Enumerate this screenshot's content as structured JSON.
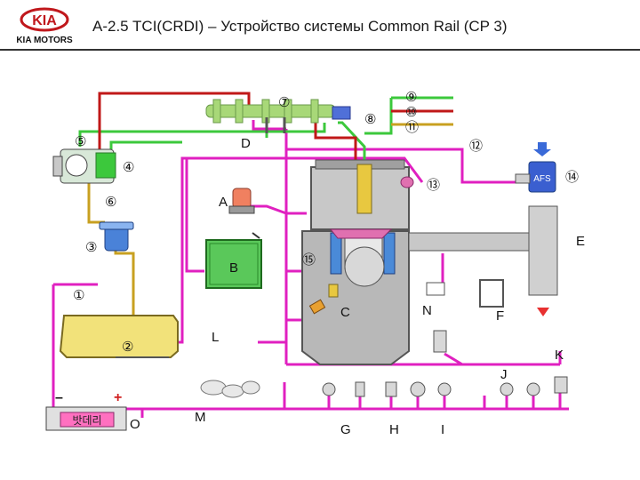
{
  "header": {
    "brand": "KIA MOTORS",
    "logo_text": "KIA",
    "title": "A-2.5 TCI(CRDI) – Устройство системы Common Rail (CP 3)"
  },
  "numbered_labels": {
    "n1": "①",
    "n2": "②",
    "n3": "③",
    "n4": "④",
    "n5": "⑤",
    "n6": "⑥",
    "n7": "⑦",
    "n8": "⑧",
    "n9": "⑨",
    "n10": "⑩",
    "n11": "⑪",
    "n12": "⑫",
    "n13": "⑬",
    "n14": "⑭",
    "n15": "⑮"
  },
  "letter_labels": {
    "A": "A",
    "B": "B",
    "C": "C",
    "D": "D",
    "E": "E",
    "F": "F",
    "G": "G",
    "H": "H",
    "I": "I",
    "J": "J",
    "K": "K",
    "L": "L",
    "M": "M",
    "N": "N",
    "O": "O"
  },
  "components": {
    "afs_text": "AFS",
    "battery_text": "밧데리",
    "battery_minus": "–",
    "battery_plus": "+"
  },
  "colors": {
    "signal_magenta": "#e020c0",
    "return_green": "#3cc83c",
    "high_pressure_red": "#c01818",
    "low_pressure_yellow": "#c8a020",
    "rail_green": "#a8d878",
    "tank_yellow": "#f2e27a",
    "ecu_green": "#5ac85a",
    "afs_blue": "#3a5fd0",
    "engine_gray": "#b8b8b8"
  }
}
